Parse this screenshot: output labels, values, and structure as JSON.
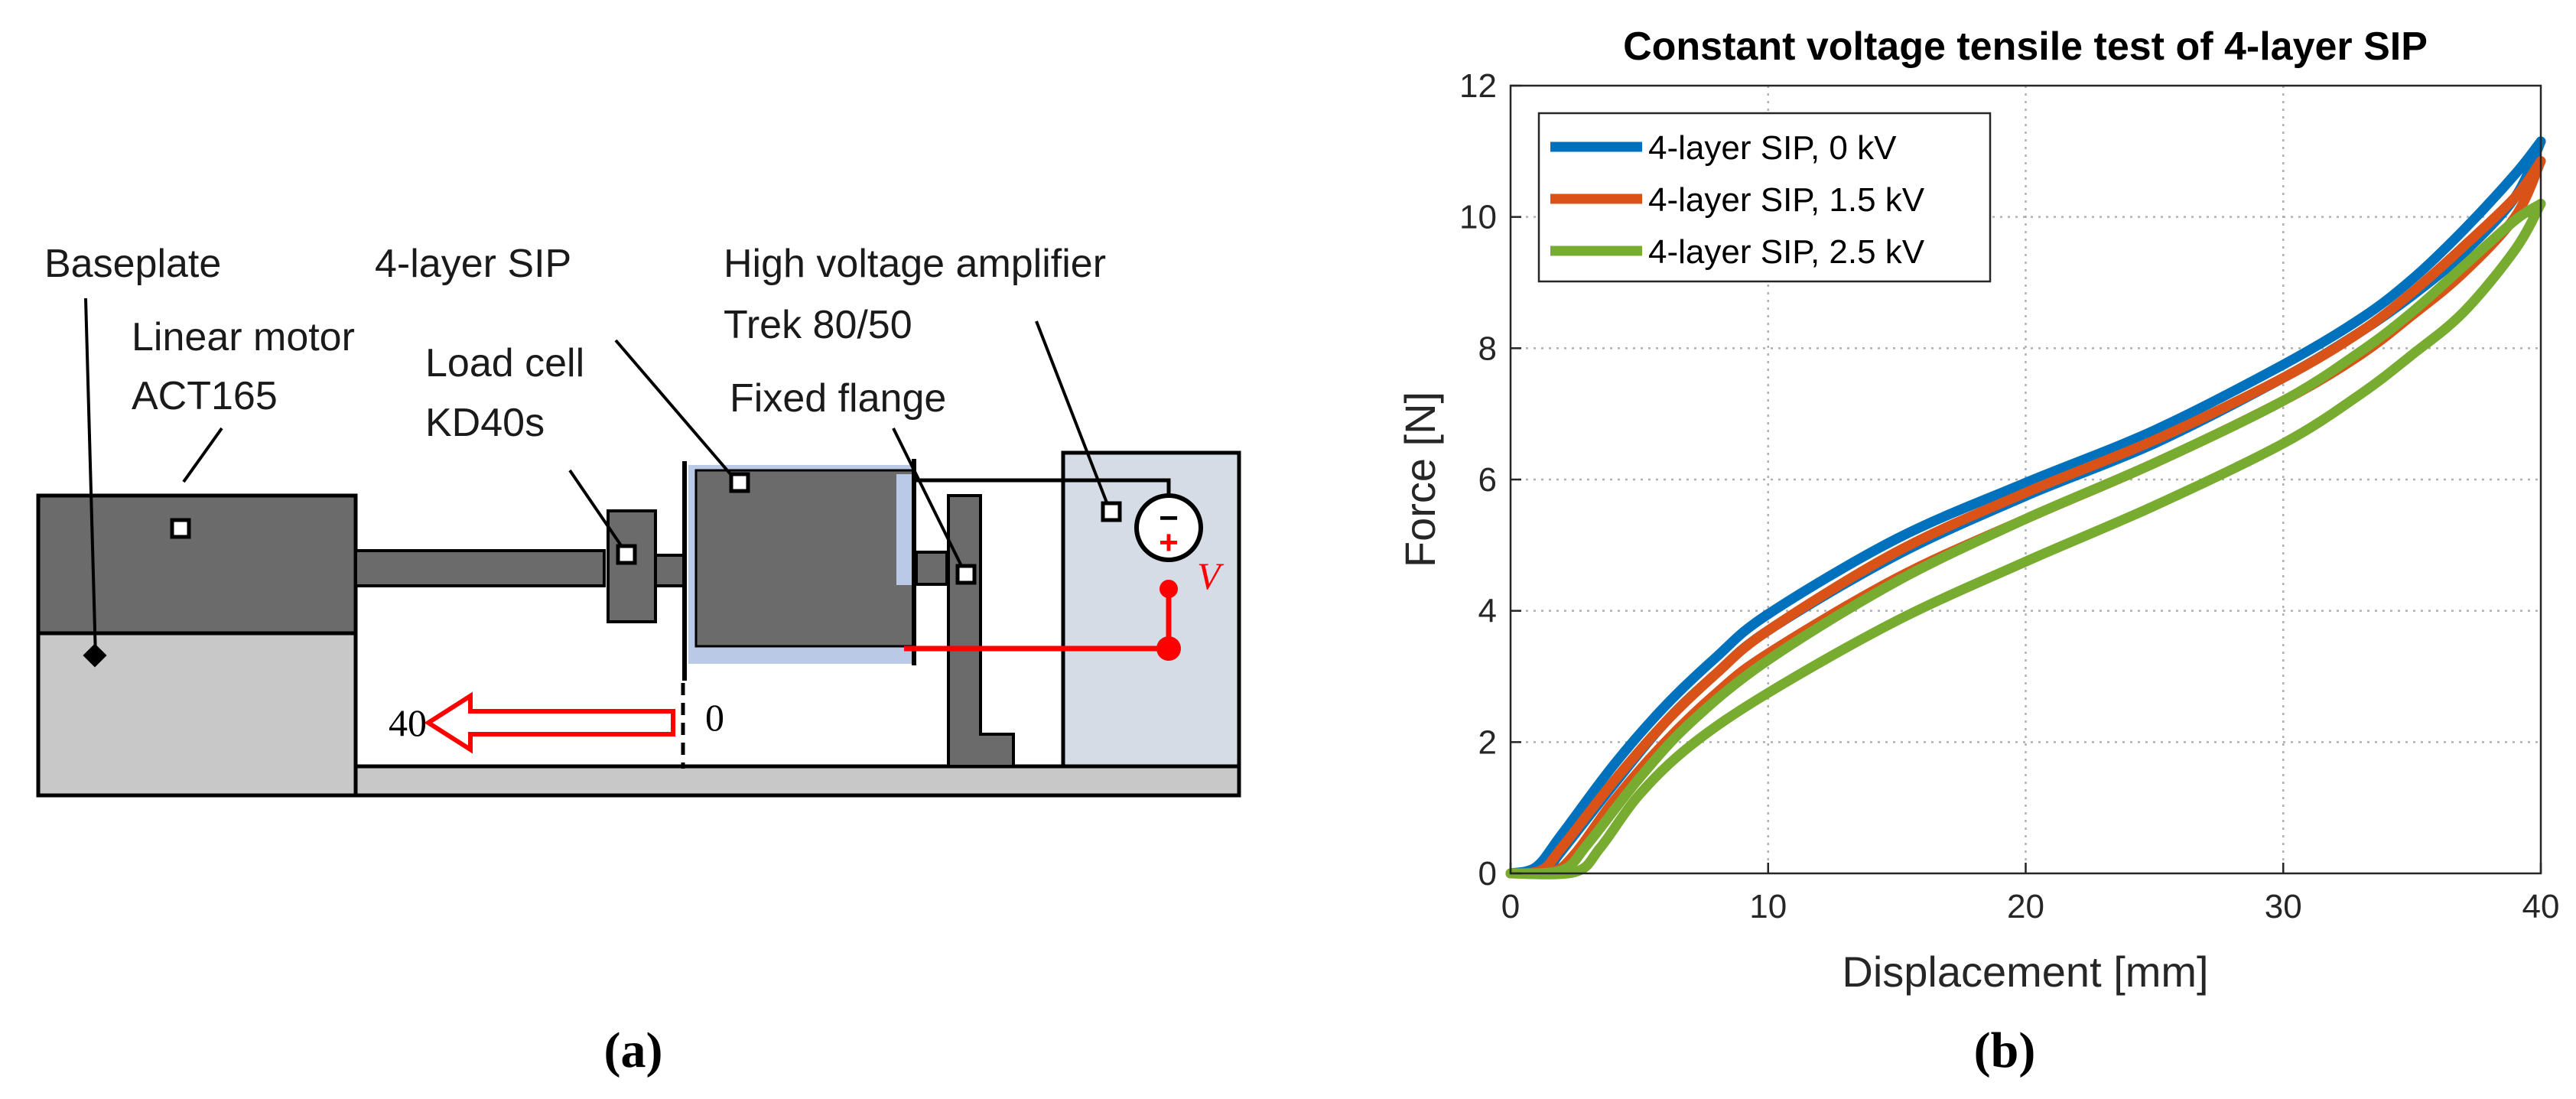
{
  "panel_a": {
    "caption": "(a)",
    "labels": {
      "baseplate": "Baseplate",
      "linear_motor_1": "Linear motor",
      "linear_motor_2": "ACT165",
      "load_cell_1": "Load cell",
      "load_cell_2": "KD40s",
      "sip": "4-layer SIP",
      "amp_1": "High voltage amplifier",
      "amp_2": "Trek 80/50",
      "flange": "Fixed flange",
      "pos_40": "40",
      "pos_0": "0",
      "voltage": "V",
      "minus": "−",
      "plus": "+"
    },
    "colors": {
      "dark_gray": "#6b6b6b",
      "light_gray": "#c8c8c8",
      "sip_blue": "#b9c9e6",
      "amp_box": "#d6dce5",
      "wire_red": "#ff0000"
    }
  },
  "panel_b": {
    "caption": "(b)"
  },
  "chart_data": {
    "type": "line",
    "title": "Constant voltage tensile test of 4-layer SIP",
    "xlabel": "Displacement [mm]",
    "ylabel": "Force [N]",
    "xlim": [
      0,
      40
    ],
    "ylim": [
      0,
      12
    ],
    "xticks": [
      0,
      10,
      20,
      30,
      40
    ],
    "yticks": [
      0,
      2,
      4,
      6,
      8,
      10,
      12
    ],
    "grid": true,
    "legend_position": "top-left",
    "series": [
      {
        "name": "4-layer SIP, 0 kV",
        "color": "#0072bd",
        "loading": [
          [
            0,
            0
          ],
          [
            1,
            0.1
          ],
          [
            2,
            0.6
          ],
          [
            4,
            1.65
          ],
          [
            6,
            2.55
          ],
          [
            8,
            3.3
          ],
          [
            10,
            3.95
          ],
          [
            15,
            5.1
          ],
          [
            20,
            5.95
          ],
          [
            25,
            6.75
          ],
          [
            30,
            7.75
          ],
          [
            33,
            8.45
          ],
          [
            35,
            9.05
          ],
          [
            37,
            9.8
          ],
          [
            39,
            10.65
          ],
          [
            40,
            11.15
          ]
        ],
        "unloading": [
          [
            40,
            11.15
          ],
          [
            39,
            10.3
          ],
          [
            37,
            9.45
          ],
          [
            35,
            8.8
          ],
          [
            33,
            8.25
          ],
          [
            30,
            7.55
          ],
          [
            25,
            6.55
          ],
          [
            20,
            5.75
          ],
          [
            15,
            4.85
          ],
          [
            10,
            3.7
          ],
          [
            8,
            3.05
          ],
          [
            6,
            2.3
          ],
          [
            4,
            1.35
          ],
          [
            2,
            0.35
          ],
          [
            1.3,
            0.05
          ],
          [
            0,
            0
          ]
        ]
      },
      {
        "name": "4-layer SIP, 1.5 kV",
        "color": "#d95319",
        "loading": [
          [
            0,
            0
          ],
          [
            1.2,
            0.05
          ],
          [
            2,
            0.4
          ],
          [
            4,
            1.4
          ],
          [
            6,
            2.3
          ],
          [
            8,
            3.05
          ],
          [
            10,
            3.7
          ],
          [
            15,
            4.9
          ],
          [
            20,
            5.8
          ],
          [
            25,
            6.6
          ],
          [
            30,
            7.55
          ],
          [
            33,
            8.25
          ],
          [
            35,
            8.85
          ],
          [
            37,
            9.55
          ],
          [
            39,
            10.3
          ],
          [
            40,
            10.85
          ]
        ],
        "unloading": [
          [
            40,
            10.85
          ],
          [
            39,
            10.0
          ],
          [
            37,
            9.15
          ],
          [
            35,
            8.5
          ],
          [
            33,
            7.9
          ],
          [
            30,
            7.2
          ],
          [
            25,
            6.25
          ],
          [
            20,
            5.4
          ],
          [
            15,
            4.5
          ],
          [
            10,
            3.35
          ],
          [
            8,
            2.75
          ],
          [
            6,
            2.0
          ],
          [
            4,
            1.1
          ],
          [
            2.5,
            0.3
          ],
          [
            1.6,
            0.02
          ],
          [
            0,
            0
          ]
        ]
      },
      {
        "name": "4-layer SIP, 2.5 kV",
        "color": "#77ac30",
        "loading": [
          [
            0,
            0
          ],
          [
            2,
            0.05
          ],
          [
            3,
            0.45
          ],
          [
            5,
            1.45
          ],
          [
            7,
            2.3
          ],
          [
            10,
            3.25
          ],
          [
            15,
            4.45
          ],
          [
            20,
            5.4
          ],
          [
            25,
            6.25
          ],
          [
            30,
            7.2
          ],
          [
            33,
            7.95
          ],
          [
            35,
            8.55
          ],
          [
            37,
            9.25
          ],
          [
            39,
            9.95
          ],
          [
            40,
            10.2
          ]
        ],
        "unloading": [
          [
            40,
            10.2
          ],
          [
            39,
            9.5
          ],
          [
            37,
            8.55
          ],
          [
            35,
            7.9
          ],
          [
            33,
            7.3
          ],
          [
            30,
            6.55
          ],
          [
            25,
            5.6
          ],
          [
            20,
            4.75
          ],
          [
            15,
            3.85
          ],
          [
            10,
            2.75
          ],
          [
            7,
            1.95
          ],
          [
            5,
            1.2
          ],
          [
            3.5,
            0.4
          ],
          [
            2.5,
            0.02
          ],
          [
            0,
            0
          ]
        ]
      }
    ]
  }
}
